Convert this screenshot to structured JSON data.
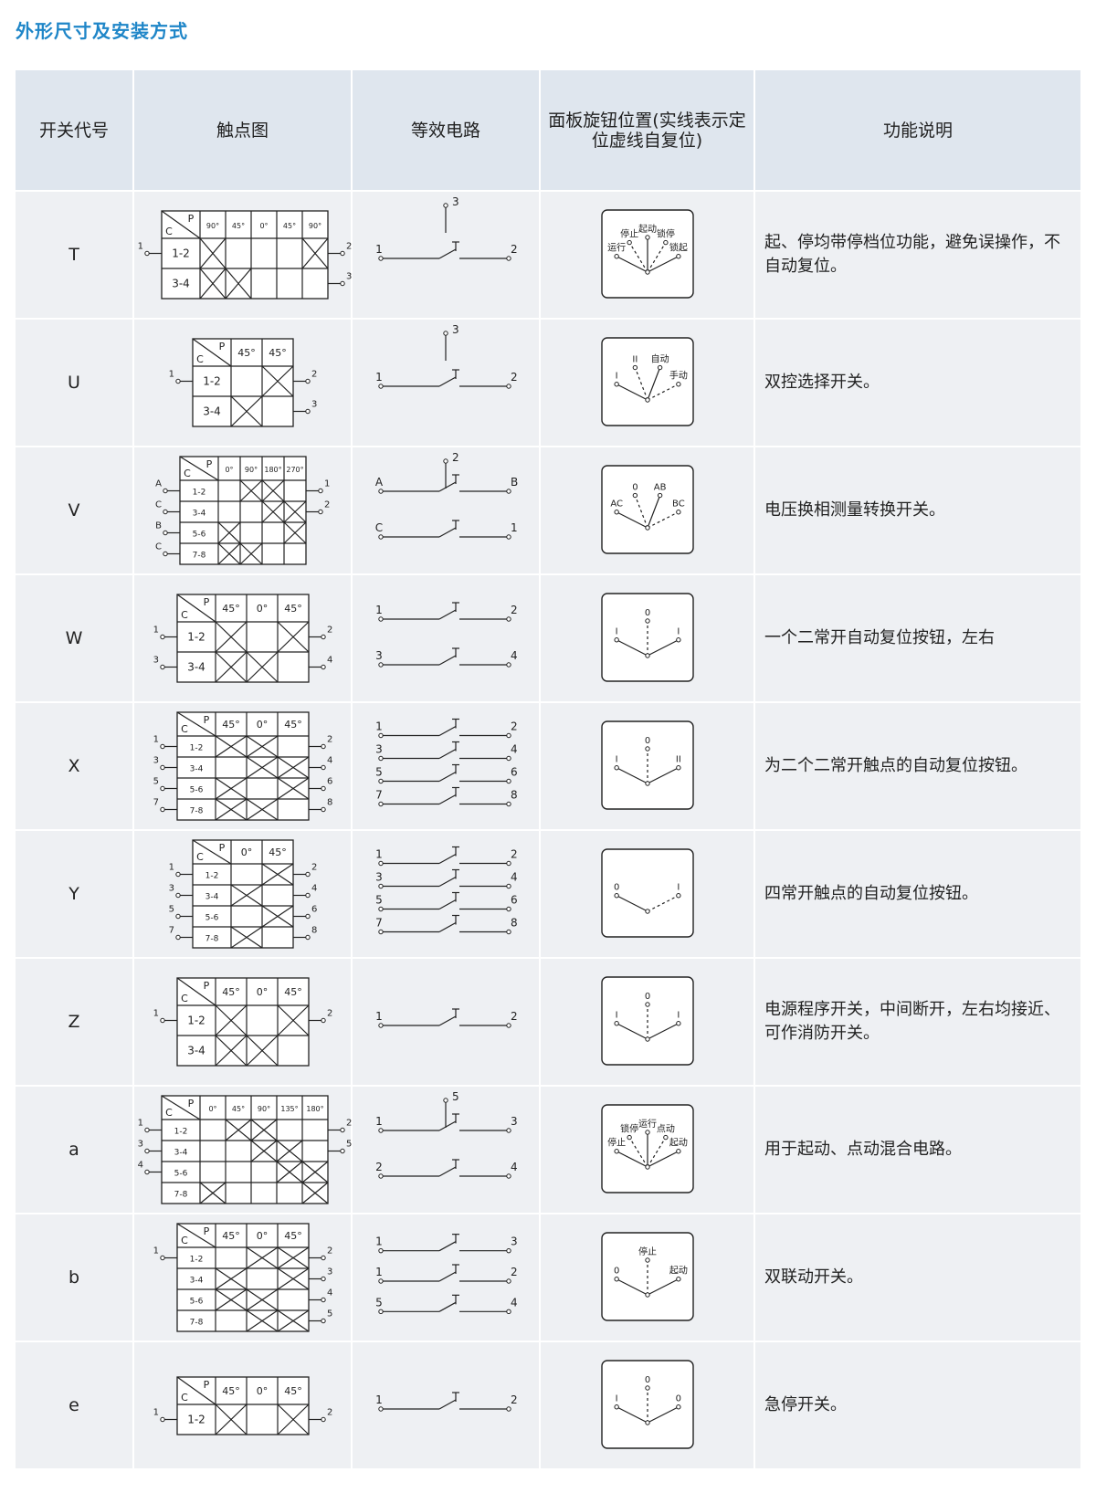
{
  "title": "外形尺寸及安装方式",
  "headers": {
    "code": "开关代号",
    "contact": "触点图",
    "circuit": "等效电路",
    "knob": "面板旋钮位置(实线表示定位虚线自复位)",
    "function": "功能说明"
  },
  "rows": [
    {
      "code": "T",
      "func": "起、停均带停档位功能，避免误操作，不自动复位。",
      "angles": [
        "90°",
        "45°",
        "0°",
        "45°",
        "90°"
      ],
      "contacts": [
        "1-2",
        "3-4"
      ],
      "terminals_left": [
        "1"
      ],
      "terminals_right": [
        "2",
        "3"
      ],
      "circuit_labels": [
        "1",
        "2",
        "3"
      ],
      "knob_labels": [
        "运行",
        "停止",
        "起动",
        "锁停",
        "锁起"
      ]
    },
    {
      "code": "U",
      "func": "双控选择开关。",
      "angles": [
        "45°",
        "45°"
      ],
      "contacts": [
        "1-2",
        "3-4"
      ],
      "terminals_left": [
        "1"
      ],
      "terminals_right": [
        "2",
        "3"
      ],
      "circuit_labels": [
        "1",
        "2",
        "3"
      ],
      "knob_labels": [
        "I",
        "II",
        "自动",
        "手动"
      ]
    },
    {
      "code": "V",
      "func": "电压换相测量转换开关。",
      "angles": [
        "0°",
        "90°",
        "180°",
        "270°"
      ],
      "contacts": [
        "1-2",
        "3-4",
        "5-6",
        "7-8"
      ],
      "terminals_left": [
        "A",
        "C",
        "B",
        "C"
      ],
      "terminals_right": [
        "1",
        "2"
      ],
      "circuit_labels": [
        "A",
        "B",
        "C",
        "1",
        "2"
      ],
      "knob_labels": [
        "AC",
        "0",
        "AB",
        "BC"
      ]
    },
    {
      "code": "W",
      "func": "一个二常开自动复位按钮，左右",
      "angles": [
        "45°",
        "0°",
        "45°"
      ],
      "contacts": [
        "1-2",
        "3-4"
      ],
      "terminals_left": [
        "1",
        "3"
      ],
      "terminals_right": [
        "2",
        "4"
      ],
      "circuit_labels": [
        "1",
        "2",
        "3",
        "4"
      ],
      "knob_labels": [
        "I",
        "0",
        "I"
      ]
    },
    {
      "code": "X",
      "func": "为二个二常开触点的自动复位按钮。",
      "angles": [
        "45°",
        "0°",
        "45°"
      ],
      "contacts": [
        "1-2",
        "3-4",
        "5-6",
        "7-8"
      ],
      "terminals_left": [
        "1",
        "3",
        "5",
        "7"
      ],
      "terminals_right": [
        "2",
        "4",
        "6",
        "8"
      ],
      "circuit_labels": [
        "1",
        "2",
        "3",
        "4",
        "5",
        "6",
        "7",
        "8"
      ],
      "knob_labels": [
        "I",
        "0",
        "II"
      ]
    },
    {
      "code": "Y",
      "func": "四常开触点的自动复位按钮。",
      "angles": [
        "0°",
        "45°"
      ],
      "contacts": [
        "1-2",
        "3-4",
        "5-6",
        "7-8"
      ],
      "terminals_left": [
        "1",
        "3",
        "5",
        "7"
      ],
      "terminals_right": [
        "2",
        "4",
        "6",
        "8"
      ],
      "circuit_labels": [
        "1",
        "2",
        "3",
        "4",
        "5",
        "6",
        "7",
        "8"
      ],
      "knob_labels": [
        "0",
        "I"
      ]
    },
    {
      "code": "Z",
      "func": "电源程序开关，中间断开，左右均接近、可作消防开关。",
      "angles": [
        "45°",
        "0°",
        "45°"
      ],
      "contacts": [
        "1-2",
        "3-4"
      ],
      "terminals_left": [
        "1"
      ],
      "terminals_right": [
        "2"
      ],
      "circuit_labels": [
        "1",
        "2"
      ],
      "knob_labels": [
        "I",
        "0",
        "I"
      ]
    },
    {
      "code": "a",
      "func": "用于起动、点动混合电路。",
      "angles": [
        "0°",
        "45°",
        "90°",
        "135°",
        "180°"
      ],
      "contacts": [
        "1-2",
        "3-4",
        "5-6",
        "7-8"
      ],
      "terminals_left": [
        "1",
        "3",
        "4"
      ],
      "terminals_right": [
        "2",
        "5"
      ],
      "circuit_labels": [
        "1",
        "3",
        "2",
        "4",
        "5"
      ],
      "knob_labels": [
        "停止",
        "锁停",
        "运行",
        "点动",
        "起动"
      ]
    },
    {
      "code": "b",
      "func": "双联动开关。",
      "angles": [
        "45°",
        "0°",
        "45°"
      ],
      "contacts": [
        "1-2",
        "3-4",
        "5-6",
        "7-8"
      ],
      "terminals_left": [
        "1"
      ],
      "terminals_right": [
        "2",
        "3",
        "4",
        "5"
      ],
      "circuit_labels": [
        "1",
        "3",
        "1",
        "2",
        "5",
        "4"
      ],
      "knob_labels": [
        "0",
        "停止",
        "起动"
      ]
    },
    {
      "code": "e",
      "func": "急停开关。",
      "angles": [
        "45°",
        "0°",
        "45°"
      ],
      "contacts": [
        "1-2"
      ],
      "terminals_left": [
        "1"
      ],
      "terminals_right": [
        "2"
      ],
      "circuit_labels": [
        "1",
        "2"
      ],
      "knob_labels": [
        "I",
        "0",
        "0"
      ]
    }
  ]
}
